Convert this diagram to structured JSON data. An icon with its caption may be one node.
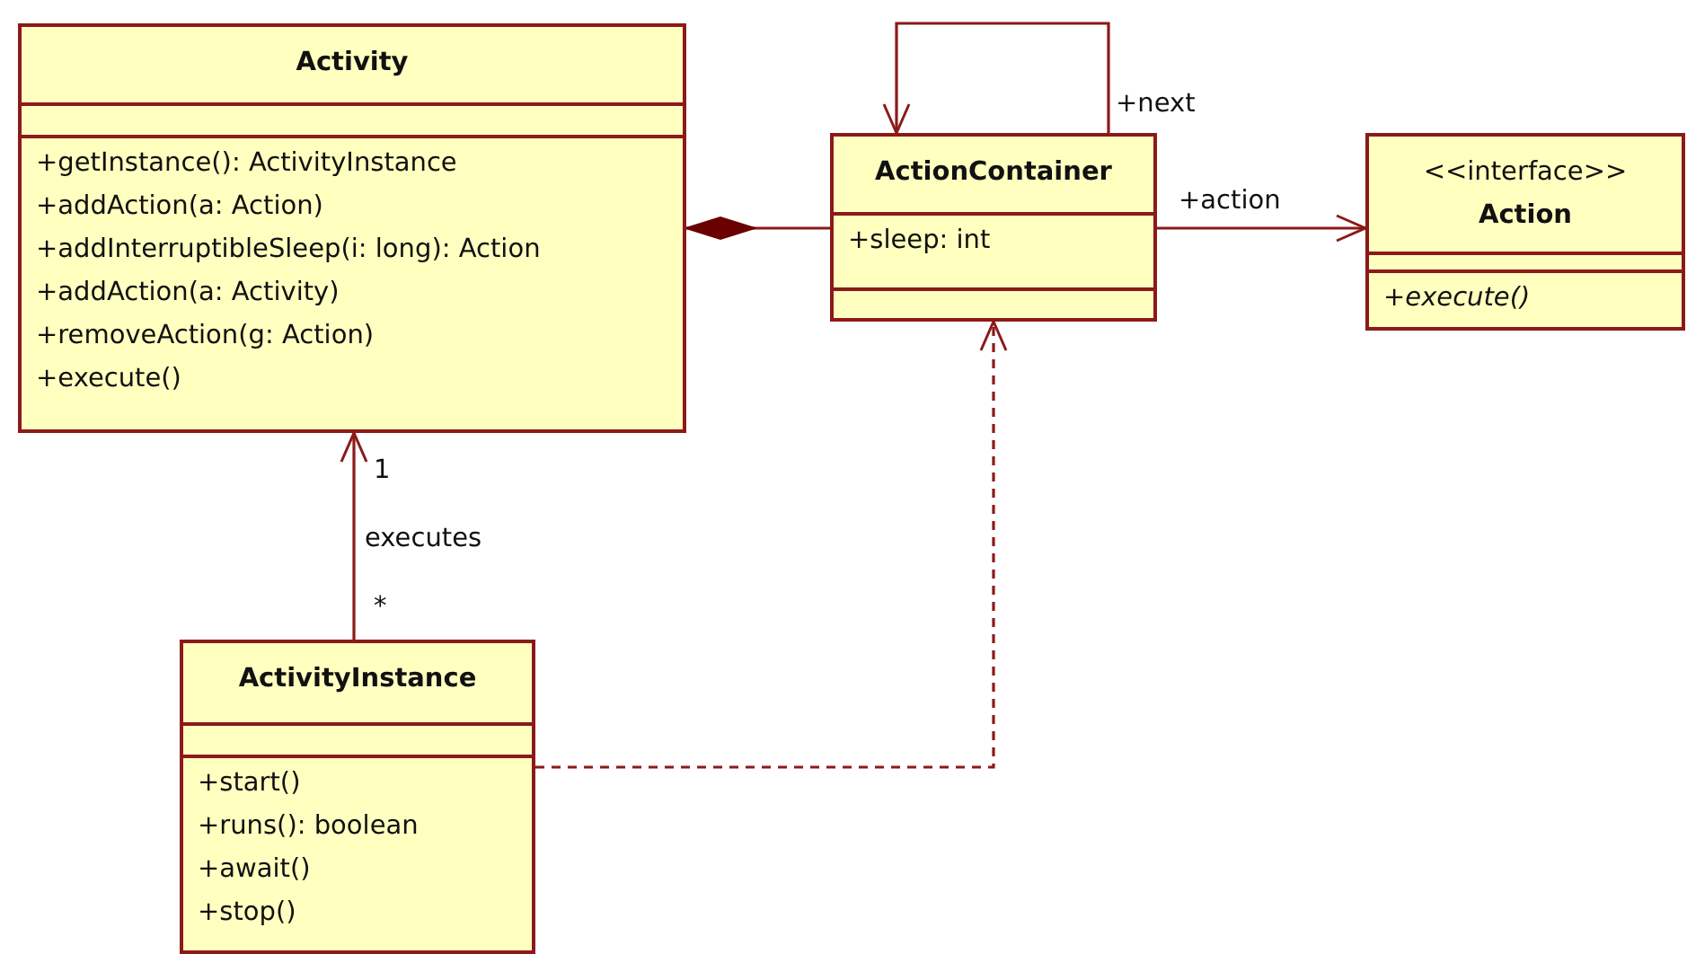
{
  "diagram": {
    "nodes": [
      {
        "text": [
          "Activity",
          "+getInstance(): ActivityInstance",
          "+addAction(a: Action)",
          "+addInterruptibleSleep(i: long): Action",
          "+addAction(a: Activity)",
          "+removeAction(g: Action)",
          "+execute()"
        ]
      },
      {
        "text": [
          "ActionContainer",
          "+sleep: int"
        ]
      },
      {
        "text": [
          "<<interface>>",
          "Action",
          "+execute()"
        ]
      },
      {
        "text": [
          "ActivityInstance",
          "+start()",
          "+runs(): boolean",
          "+await()",
          "+stop()"
        ]
      }
    ],
    "edges": [
      {
        "from": 1,
        "to": 0,
        "arrow": "other"
      },
      {
        "from": 1,
        "to": 1,
        "arrow": "to",
        "label": "+next"
      },
      {
        "from": 1,
        "to": 2,
        "arrow": "to",
        "label": "+action"
      },
      {
        "from": 3,
        "to": 0,
        "arrow": "to",
        "label": "executes"
      },
      {
        "from": 3,
        "to": 1,
        "arrow": "to",
        "style": "dashed"
      }
    ],
    "labels": [
      "1",
      "*"
    ]
  }
}
